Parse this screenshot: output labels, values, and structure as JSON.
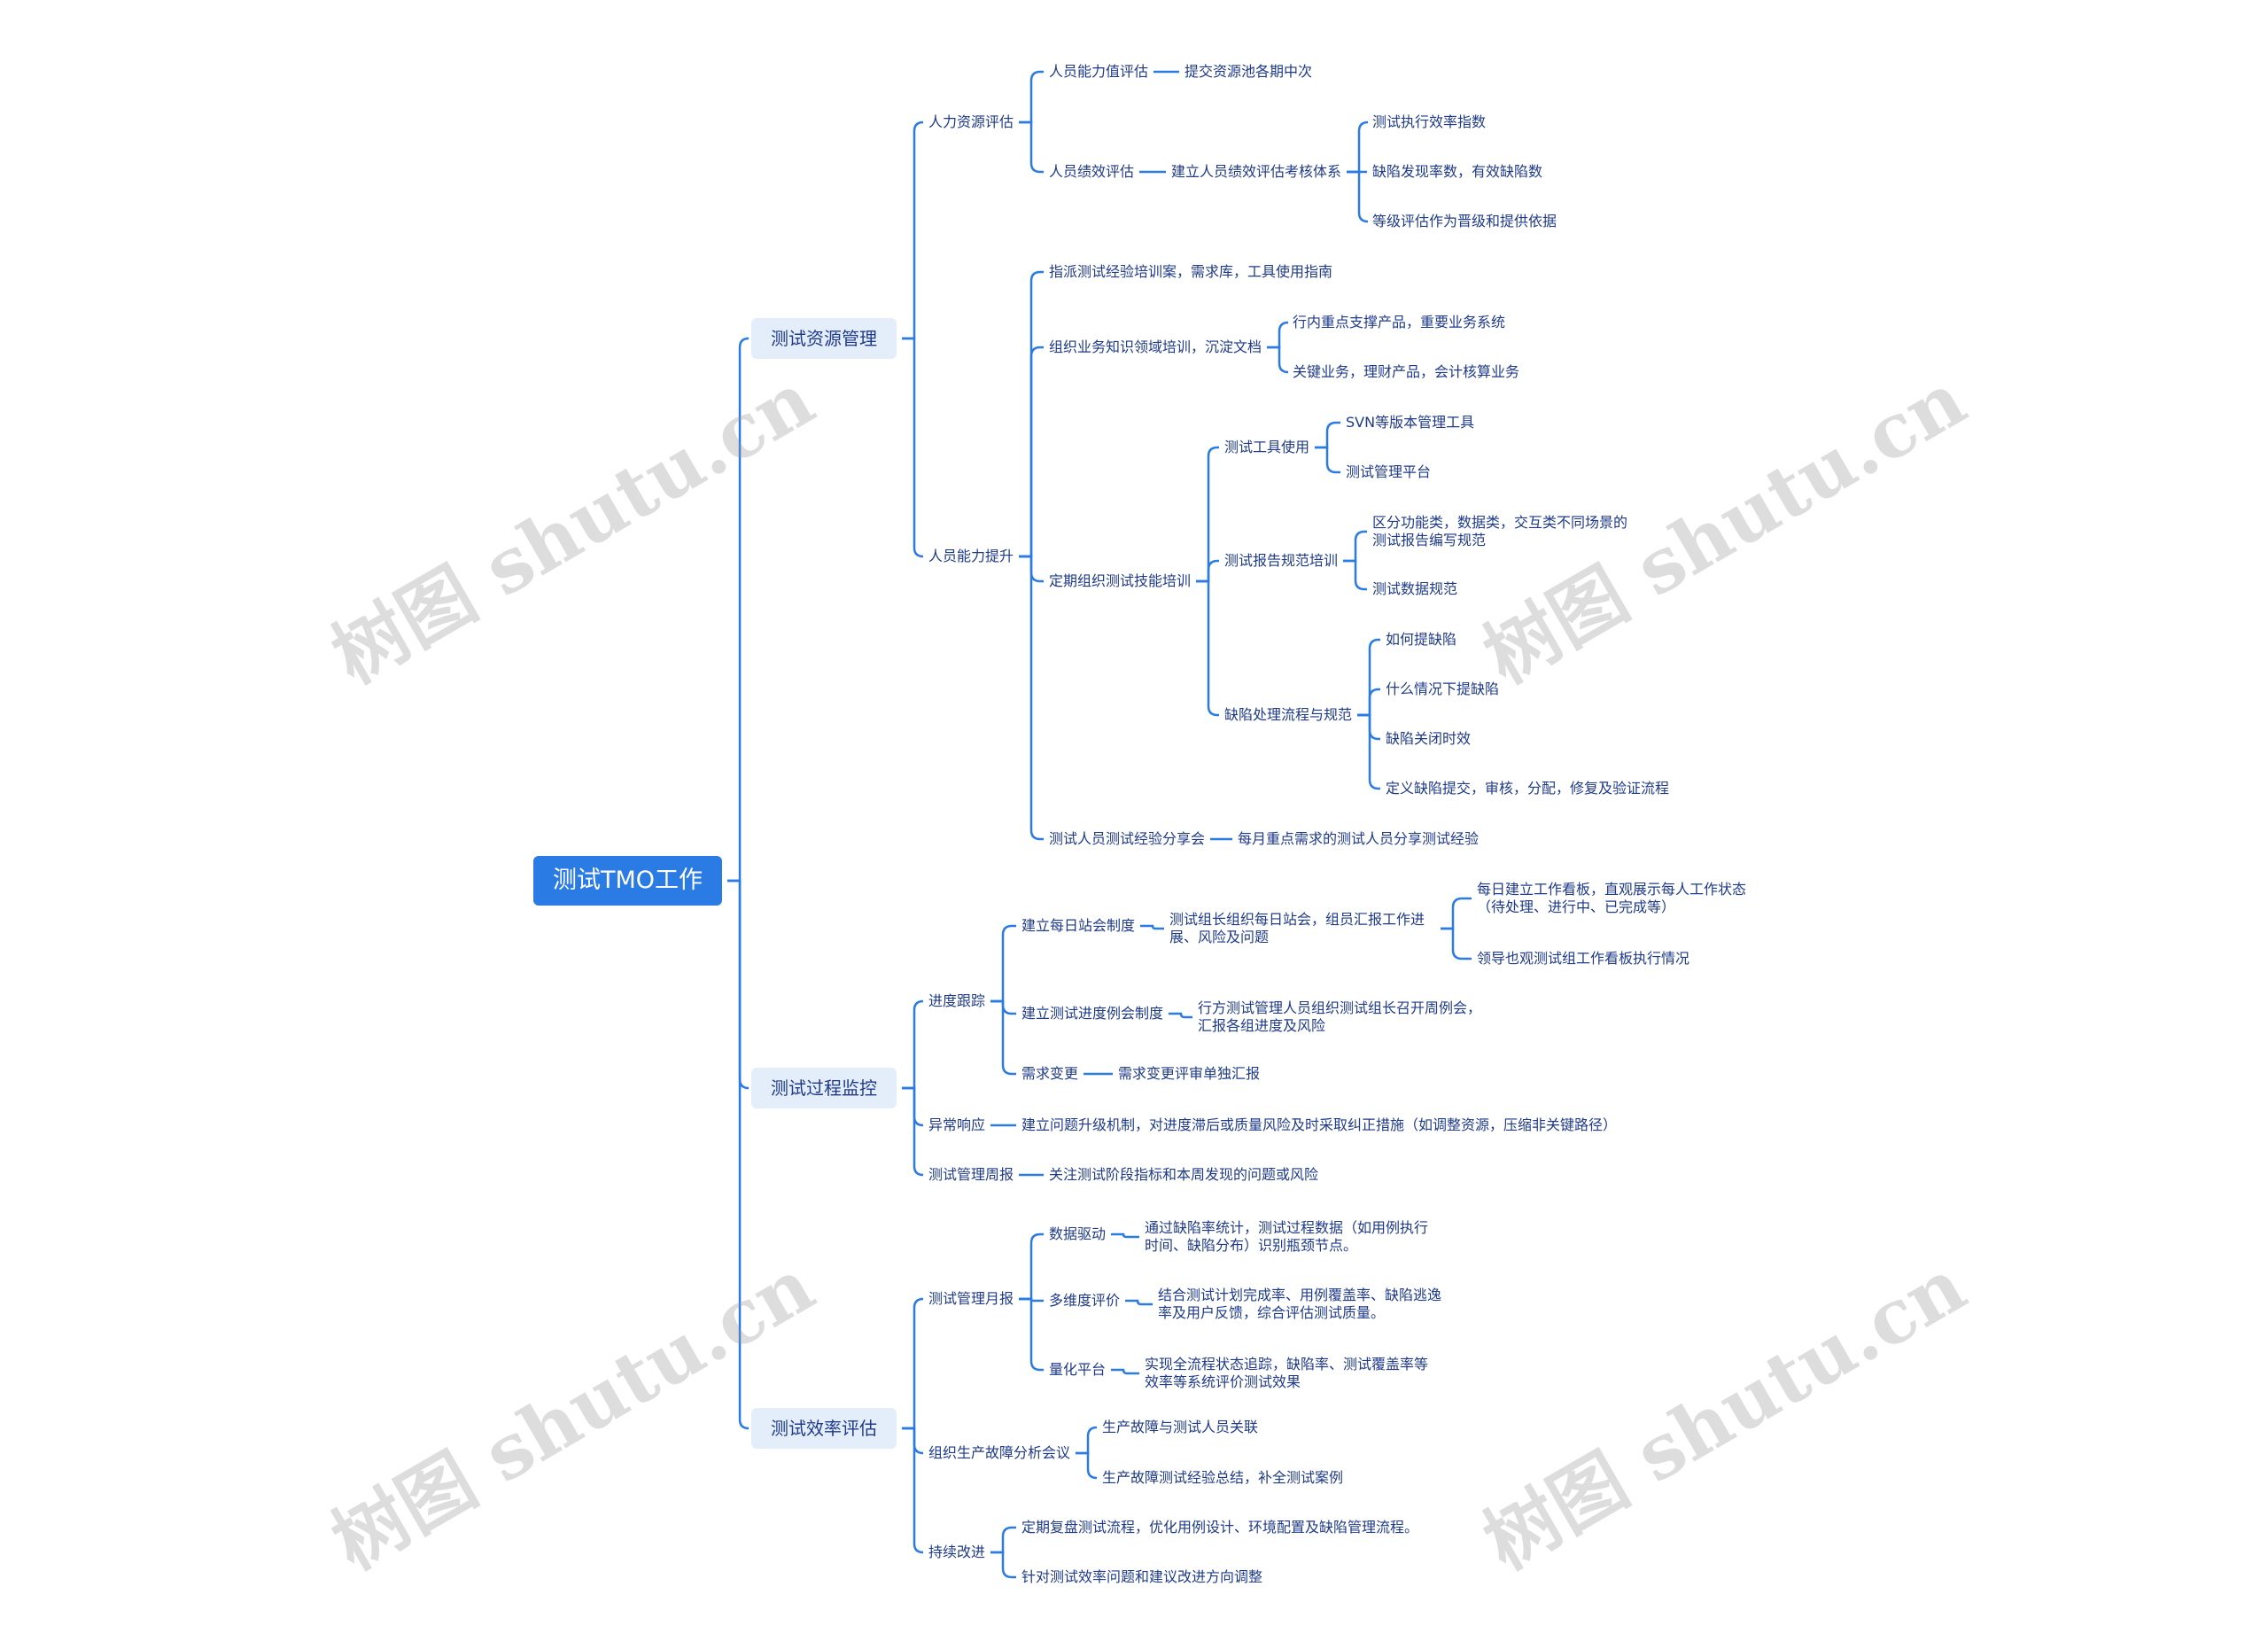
{
  "colors": {
    "link": "#2b7be4",
    "root_bg": "#2b7be4",
    "topic_bg": "#e4eefb",
    "text": "#1f3a8a"
  },
  "watermark": "树图 shutu.cn",
  "tree": {
    "label": "测试TMO工作",
    "children": [
      {
        "label": "测试资源管理",
        "children": [
          {
            "label": "人力资源评估",
            "children": [
              {
                "label": "人员能力值评估",
                "children": [
                  {
                    "label": "提交资源池各期中次"
                  }
                ]
              },
              {
                "label": "人员绩效评估",
                "children": [
                  {
                    "label": "建立人员绩效评估考核体系",
                    "children": [
                      {
                        "label": "测试执行效率指数"
                      },
                      {
                        "label": "缺陷发现率数，有效缺陷数"
                      },
                      {
                        "label": "等级评估作为晋级和提供依据"
                      }
                    ]
                  }
                ]
              }
            ]
          },
          {
            "label": "人员能力提升",
            "children": [
              {
                "label": "指派测试经验培训案，需求库，工具使用指南"
              },
              {
                "label": "组织业务知识领域培训，沉淀文档",
                "children": [
                  {
                    "label": "行内重点支撑产品，重要业务系统"
                  },
                  {
                    "label": "关键业务，理财产品，会计核算业务"
                  }
                ]
              },
              {
                "label": "定期组织测试技能培训",
                "children": [
                  {
                    "label": "测试工具使用",
                    "children": [
                      {
                        "label": "SVN等版本管理工具"
                      },
                      {
                        "label": "测试管理平台"
                      }
                    ]
                  },
                  {
                    "label": "测试报告规范培训",
                    "children": [
                      {
                        "label": "区分功能类，数据类，交互类不同场景的测试报告编写规范"
                      },
                      {
                        "label": "测试数据规范"
                      }
                    ]
                  },
                  {
                    "label": "缺陷处理流程与规范",
                    "children": [
                      {
                        "label": "如何提缺陷"
                      },
                      {
                        "label": "什么情况下提缺陷"
                      },
                      {
                        "label": "缺陷关闭时效"
                      },
                      {
                        "label": "定义缺陷提交，审核，分配，修复及验证流程"
                      }
                    ]
                  }
                ]
              },
              {
                "label": "测试人员测试经验分享会",
                "children": [
                  {
                    "label": "每月重点需求的测试人员分享测试经验"
                  }
                ]
              }
            ]
          }
        ]
      },
      {
        "label": "测试过程监控",
        "children": [
          {
            "label": "进度跟踪",
            "children": [
              {
                "label": "建立每日站会制度",
                "children": [
                  {
                    "label": "测试组长组织每日站会，组员汇报工作进展、风险及问题",
                    "children": [
                      {
                        "label": "每日建立工作看板，直观展示每人工作状态（待处理、进行中、已完成等）"
                      },
                      {
                        "label": "领导也观测试组工作看板执行情况"
                      }
                    ]
                  }
                ]
              },
              {
                "label": "建立测试进度例会制度",
                "children": [
                  {
                    "label": "行方测试管理人员组织测试组长召开周例会，汇报各组进度及风险"
                  }
                ]
              },
              {
                "label": "需求变更",
                "children": [
                  {
                    "label": "需求变更评审单独汇报"
                  }
                ]
              }
            ]
          },
          {
            "label": "异常响应",
            "children": [
              {
                "label": "建立问题升级机制，对进度滞后或质量风险及时采取纠正措施（如调整资源，压缩非关键路径）"
              }
            ]
          },
          {
            "label": "测试管理周报",
            "children": [
              {
                "label": "关注测试阶段指标和本周发现的问题或风险"
              }
            ]
          }
        ]
      },
      {
        "label": "测试效率评估",
        "children": [
          {
            "label": "测试管理月报",
            "children": [
              {
                "label": "数据驱动",
                "children": [
                  {
                    "label": "通过缺陷率统计，测试过程数据（如用例执行时间、缺陷分布）识别瓶颈节点。"
                  }
                ]
              },
              {
                "label": "多维度评价",
                "children": [
                  {
                    "label": "结合测试计划完成率、用例覆盖率、缺陷逃逸率及用户反馈，综合评估测试质量。"
                  }
                ]
              },
              {
                "label": "量化平台",
                "children": [
                  {
                    "label": "实现全流程状态追踪，缺陷率、测试覆盖率等效率等系统评价测试效果"
                  }
                ]
              }
            ]
          },
          {
            "label": "组织生产故障分析会议",
            "children": [
              {
                "label": "生产故障与测试人员关联"
              },
              {
                "label": "生产故障测试经验总结，补全测试案例"
              }
            ]
          },
          {
            "label": "持续改进",
            "children": [
              {
                "label": "定期复盘测试流程，优化用例设计、环境配置及缺陷管理流程。"
              },
              {
                "label": "针对测试效率问题和建议改进方向调整"
              }
            ]
          }
        ]
      }
    ]
  }
}
